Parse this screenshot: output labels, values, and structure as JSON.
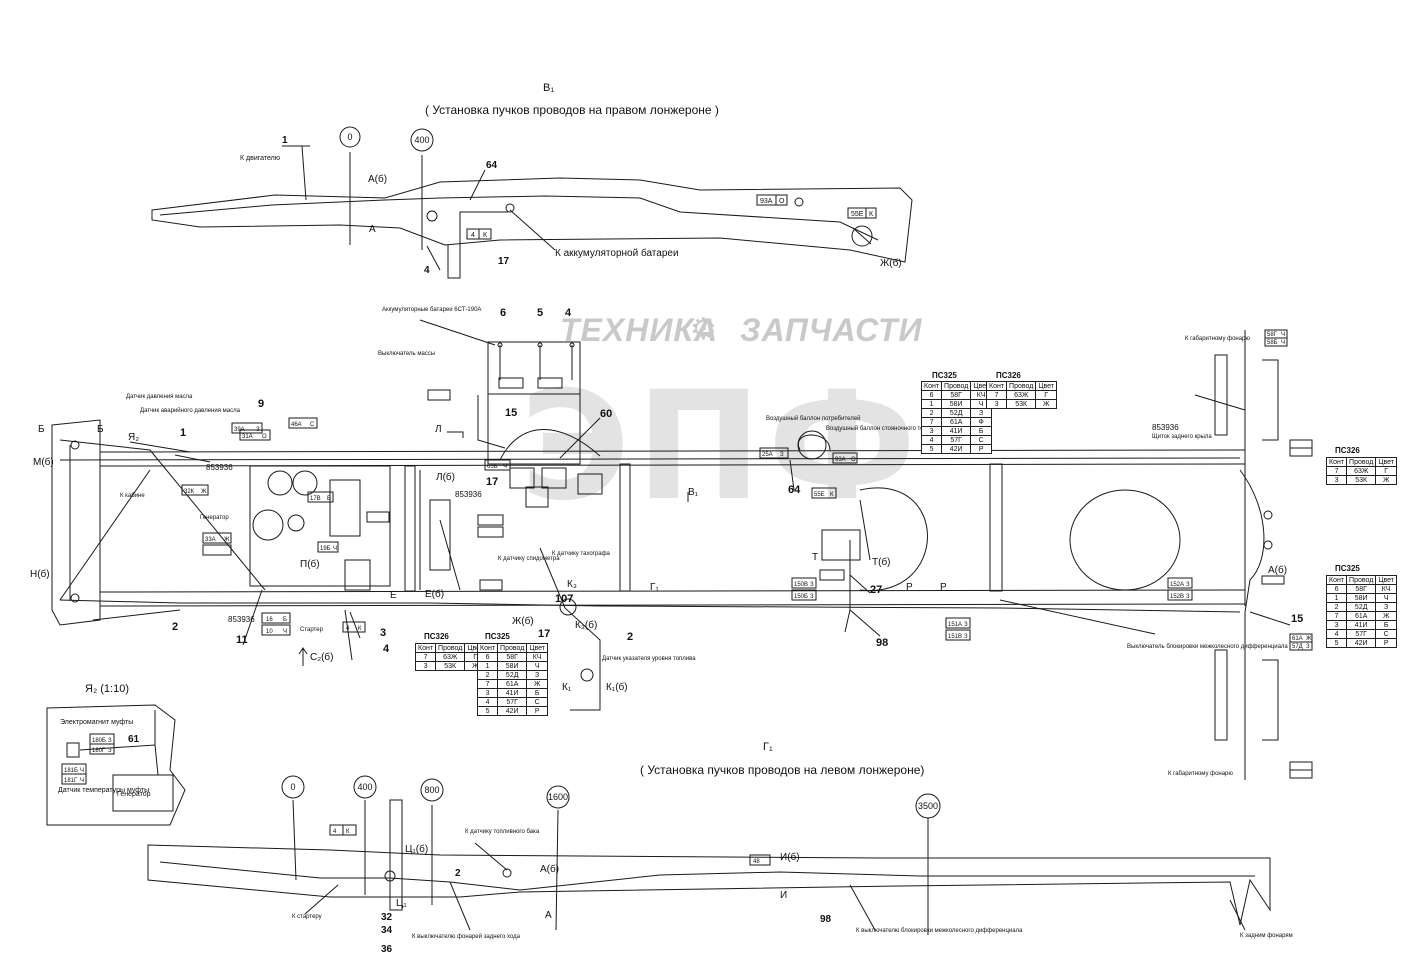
{
  "captions": {
    "view_right": "В₁",
    "title_right": "( Установка пучков проводов на правом лонжероне )",
    "view_left": "Г₁",
    "title_left": "( Установка пучков проводов на левом лонжероне)"
  },
  "watermark": {
    "line1": "ТЕХНИКА",
    "line2": "ЗАПЧАСТИ",
    "big": "ЭПФ"
  },
  "top_stations": [
    "0",
    "400"
  ],
  "bottom_stations": [
    "0",
    "400",
    "800",
    "1600",
    "3500"
  ],
  "top_labels": {
    "engine": "К двигателю",
    "battery": "К аккумуляторной батареи",
    "wire_93a": "93А",
    "wire_93a_color": "О",
    "wire_55e": "55Е",
    "wire_55e_color": "К",
    "wire_4": "4",
    "wire_4_color": "К",
    "mark_a6": "А(б)",
    "mark_a": "А",
    "mark_zh6": "Ж(б)",
    "n1": "1",
    "n4": "4",
    "n17": "17",
    "n64": "64"
  },
  "main_labels": {
    "batteries": "Аккумуляторные батареи 6СТ-190А",
    "switch": "Выключатель массы",
    "oil_pressure": "Датчик давления масла",
    "emergency_oil": "Датчик аварийного давления масла",
    "to_cabin": "К кабине",
    "generator": "Генератор",
    "starter": "Стартер",
    "rear_lamp_top": "К габаритному фонарю",
    "rear_shield": "Щиток заднего крыла",
    "rear_lamp_bottom": "К габаритному фонарю",
    "fuel_gauge": "Датчик указателя уровня топлива",
    "speedometer": "К датчику спидометра",
    "tachograph": "К датчику тахографа",
    "diff_lock": "Выключатель блокировки межколесного дифференциала",
    "air_tank": "Воздушный баллон стояночного тормоза",
    "air_tank2": "Воздушный баллон потребителей",
    "part_853936": "853936",
    "part_853936_b": "853936",
    "view_v1": "В₁",
    "view_g1": "Г₁",
    "mark_b": "Б",
    "mark_m6": "М(б)",
    "mark_h6": "Н(б)",
    "mark_ya2": "Я₂",
    "mark_c2": "С₂(б)",
    "mark_k1": "К₁",
    "mark_k1b": "К₁(б)",
    "mark_k3": "К₃",
    "mark_k3b": "К₃(б)",
    "mark_p6": "П(б)",
    "mark_e": "Е",
    "mark_e6": "Е(б)",
    "mark_zh6": "Ж(б)",
    "mark_t": "Т",
    "mark_t6": "Т(б)",
    "mark_p1": "Р",
    "mark_p2": "Р",
    "mark_l": "Л",
    "mark_l6": "Л(б)",
    "mark_a6": "А(б)",
    "num_1": "1",
    "num_2": "2",
    "num_3": "3",
    "num_4": "4",
    "num_5": "5",
    "num_6": "6",
    "num_9": "9",
    "num_11": "11",
    "num_15": "15",
    "num_15b": "15",
    "num_17": "17",
    "num_17b": "17",
    "num_27": "27",
    "num_60": "60",
    "num_64": "64",
    "num_98": "98",
    "num_107": "107"
  },
  "wire_tags": [
    {
      "w": "39А",
      "c": "З"
    },
    {
      "w": "31А",
      "c": "О"
    },
    {
      "w": "46А",
      "c": "С"
    },
    {
      "w": "17В",
      "c": "Б"
    },
    {
      "w": "32К",
      "c": "Ж"
    },
    {
      "w": "33А",
      "c": "Ж"
    },
    {
      "w": "19Б",
      "c": "Ч"
    },
    {
      "w": "16",
      "c": "Б"
    },
    {
      "w": "10",
      "c": "Ч"
    },
    {
      "w": "4",
      "c": "К"
    },
    {
      "w": "65Б",
      "c": "Ч"
    },
    {
      "w": "55Е",
      "c": "К"
    },
    {
      "w": "25А",
      "c": "З"
    },
    {
      "w": "93А",
      "c": "О"
    },
    {
      "w": "150В",
      "c": "З"
    },
    {
      "w": "150Б",
      "c": "З"
    },
    {
      "w": "151А",
      "c": "З"
    },
    {
      "w": "151В",
      "c": "З"
    },
    {
      "w": "152А",
      "c": "З"
    },
    {
      "w": "152В",
      "c": "З"
    },
    {
      "w": "58Г",
      "c": "Ч"
    },
    {
      "w": "58Б",
      "c": "Ч"
    },
    {
      "w": "61А",
      "c": "Ж"
    },
    {
      "w": "57Д",
      "c": "З"
    }
  ],
  "tables": [
    {
      "title": "ПС325",
      "header": [
        "Конт",
        "Провод",
        "Цвет"
      ],
      "rows": [
        [
          "6",
          "58Г",
          "КЧ"
        ],
        [
          "1",
          "58И",
          "Ч"
        ],
        [
          "2",
          "52Д",
          "З"
        ],
        [
          "7",
          "61А",
          "Ф"
        ],
        [
          "3",
          "41И",
          "Б"
        ],
        [
          "4",
          "57Г",
          "С"
        ],
        [
          "5",
          "42И",
          "Р"
        ]
      ]
    },
    {
      "title": "ПС326",
      "header": [
        "Конт",
        "Провод",
        "Цвет"
      ],
      "rows": [
        [
          "7",
          "63Ж",
          "Г"
        ],
        [
          "3",
          "53К",
          "Ж"
        ]
      ]
    },
    {
      "title": "ПС326",
      "header": [
        "Конт",
        "Провод",
        "Цвет"
      ],
      "rows": [
        [
          "7",
          "63Ж",
          "Г"
        ],
        [
          "3",
          "53К",
          "Ж"
        ]
      ]
    },
    {
      "title": "ПС325",
      "header": [
        "Конт",
        "Провод",
        "Цвет"
      ],
      "rows": [
        [
          "6",
          "58Г",
          "КЧ"
        ],
        [
          "1",
          "58И",
          "Ч"
        ],
        [
          "2",
          "52Д",
          "З"
        ],
        [
          "7",
          "61А",
          "Ж"
        ],
        [
          "3",
          "41И",
          "Б"
        ],
        [
          "4",
          "57Г",
          "С"
        ],
        [
          "5",
          "42И",
          "Р"
        ]
      ]
    },
    {
      "title": "ПС326",
      "header": [
        "Конт",
        "Провод",
        "Цвет"
      ],
      "rows": [
        [
          "7",
          "63Ж",
          "Г"
        ],
        [
          "3",
          "53К",
          "Ж"
        ]
      ]
    },
    {
      "title": "ПС325",
      "header": [
        "Конт",
        "Провод",
        "Цвет"
      ],
      "rows": [
        [
          "6",
          "58Г",
          "КЧ"
        ],
        [
          "1",
          "58И",
          "Ч"
        ],
        [
          "2",
          "52Д",
          "З"
        ],
        [
          "7",
          "61А",
          "Ж"
        ],
        [
          "3",
          "41И",
          "Б"
        ],
        [
          "4",
          "57Г",
          "С"
        ],
        [
          "5",
          "42И",
          "Р"
        ]
      ]
    }
  ],
  "inset": {
    "title": "Я₂ (1:10)",
    "clutch_magnet": "Электромагнит муфты",
    "clutch_temp": "Датчик температуры муфты",
    "generator": "Генератор",
    "num": "61",
    "tags": [
      {
        "w": "180Б",
        "c": "З"
      },
      {
        "w": "180Г",
        "c": "З"
      },
      {
        "w": "181Б",
        "c": "Ч"
      },
      {
        "w": "181Г",
        "c": "Ч"
      }
    ]
  },
  "bottom_labels": {
    "fuel_tank": "К датчику топливного бака",
    "starter": "К стартеру",
    "reverse": "К выключателю фонарей заднего хода",
    "diff": "К выключателю блокировки межколесного дифференциала",
    "rear_lamps": "К задним фонарям",
    "wire_4": "4",
    "wire_4_color": "К",
    "wire_48": "48",
    "mark_c1": "Ц₁",
    "mark_c1b": "Ц₁(б)",
    "mark_a6": "А(б)",
    "mark_a": "А",
    "mark_i6": "И(б)",
    "mark_i": "И",
    "n2": "2",
    "n32": "32",
    "n34": "34",
    "n36": "36",
    "n98": "98"
  },
  "colors": {
    "line": "#1a1a1a",
    "watermark": "#c9c9c9",
    "watermark_light": "#e3e3e3"
  }
}
